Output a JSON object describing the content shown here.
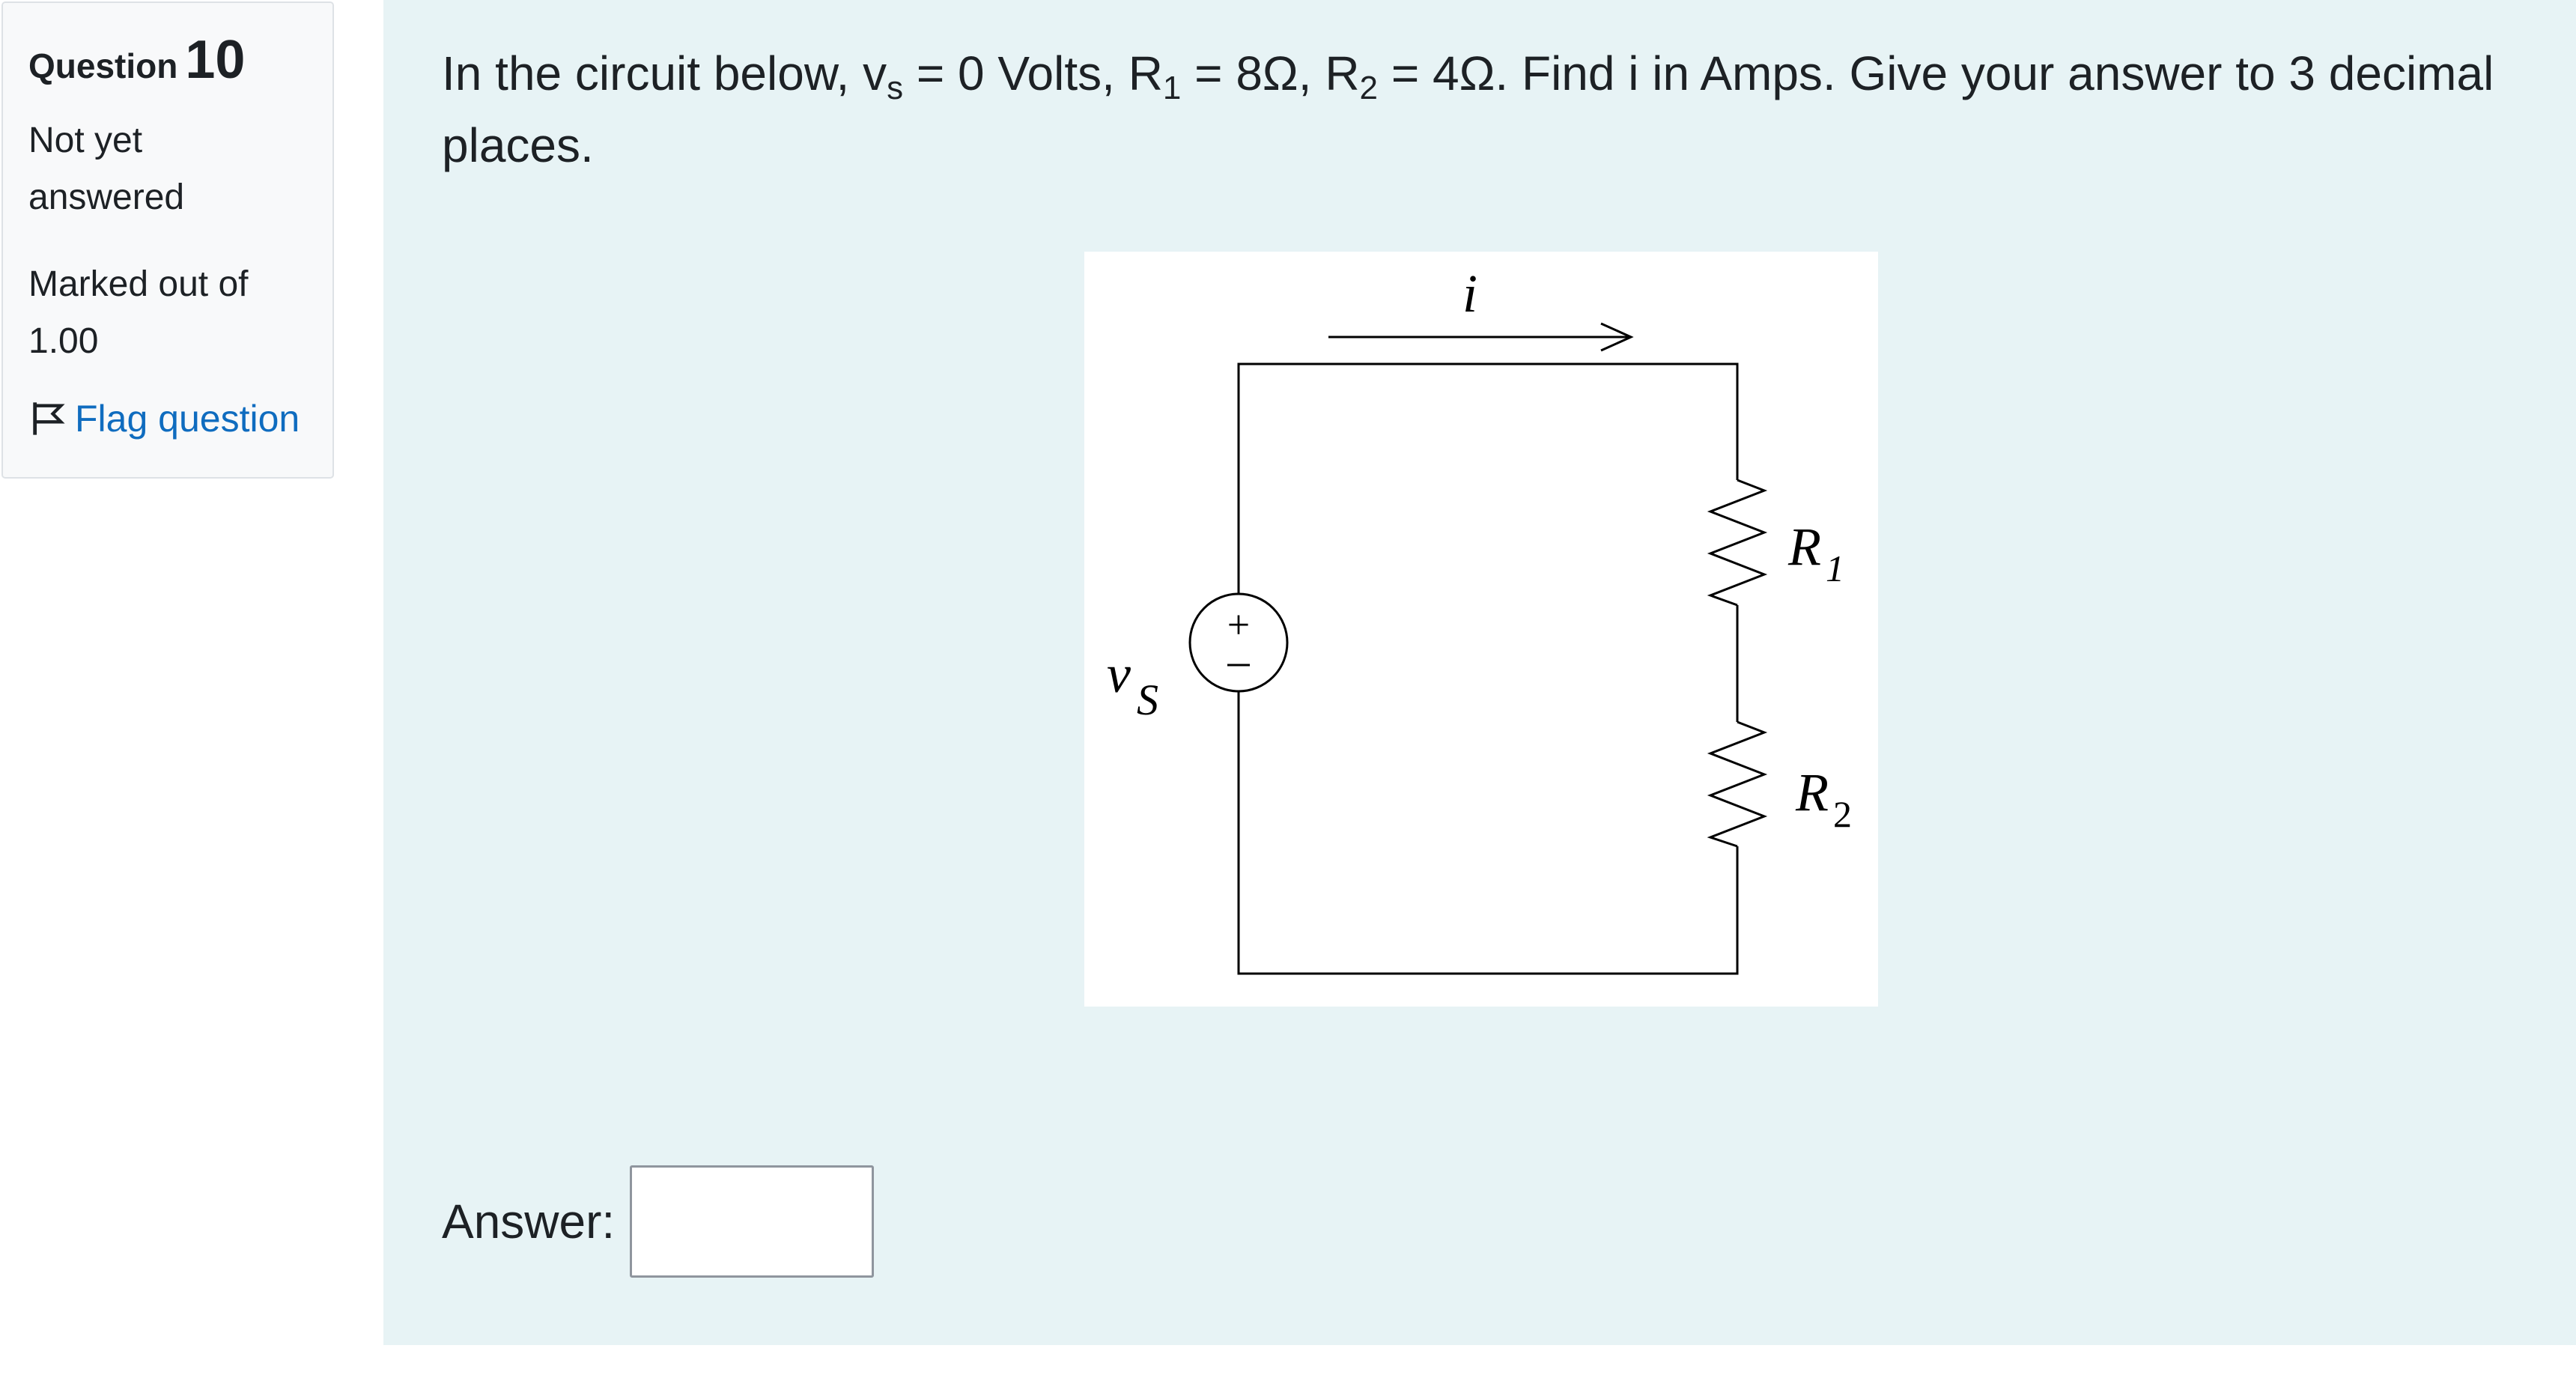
{
  "info": {
    "question_word": "Question",
    "question_number": "10",
    "state": "Not yet answered",
    "mark": "Marked out of 1.00",
    "flag_label": "Flag question"
  },
  "question": {
    "pre_vs": "In the circuit below, v",
    "vs_sub": "s",
    "after_vs": " = 0 Volts, R",
    "r1_sub": "1",
    "after_r1": " = 8Ω, R",
    "r2_sub": "2",
    "after_r2": " = 4Ω. Find i in Amps. Give your answer to 3 decimal places."
  },
  "circuit": {
    "current_label": "i",
    "source_label": "v",
    "source_label_sub": "S",
    "source_plus": "+",
    "source_minus": "−",
    "r1_label": "R",
    "r1_label_sub": "1",
    "r2_label": "R",
    "r2_label_sub": "2"
  },
  "answer": {
    "label": "Answer:",
    "value": ""
  },
  "colors": {
    "panel_bg": "#e7f3f5",
    "link": "#0f6cbf",
    "card_bg": "#f8f9fa"
  }
}
